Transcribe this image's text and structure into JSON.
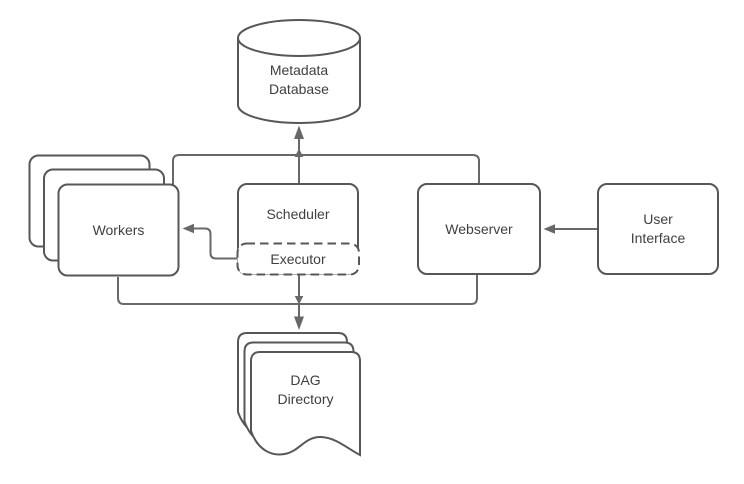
{
  "colors": {
    "shape_stroke": "#575757",
    "connector_stroke": "#686868",
    "text": "#3f3f3f",
    "background": "#ffffff"
  },
  "diagram": {
    "nodes": {
      "metadata_database": {
        "line1": "Metadata",
        "line2": "Database",
        "shape": "database-cylinder"
      },
      "workers": {
        "label": "Workers",
        "shape": "stacked-rounded-rects",
        "stack_count": 3
      },
      "scheduler": {
        "label": "Scheduler",
        "shape": "rounded-rect"
      },
      "executor": {
        "label": "Executor",
        "shape": "dashed-rounded-rect"
      },
      "webserver": {
        "label": "Webserver",
        "shape": "rounded-rect"
      },
      "user_interface": {
        "line1": "User",
        "line2": "Interface",
        "shape": "rounded-rect"
      },
      "dag_directory": {
        "line1": "DAG",
        "line2": "Directory",
        "shape": "stacked-documents",
        "stack_count": 3
      }
    },
    "edges": [
      {
        "from": "scheduler",
        "to": "metadata_database",
        "arrow": true
      },
      {
        "from": "workers",
        "to": "metadata_database",
        "arrow": true,
        "via": "shared-top-trunk"
      },
      {
        "from": "webserver",
        "to": "metadata_database",
        "arrow": true,
        "via": "shared-top-trunk"
      },
      {
        "from": "executor",
        "to": "workers",
        "arrow": true
      },
      {
        "from": "user_interface",
        "to": "webserver",
        "arrow": true
      },
      {
        "from": "scheduler",
        "to": "dag_directory",
        "arrow": true
      },
      {
        "from": "workers",
        "to": "dag_directory",
        "via": "shared-bottom-trunk"
      },
      {
        "from": "webserver",
        "to": "dag_directory",
        "via": "shared-bottom-trunk"
      }
    ]
  }
}
